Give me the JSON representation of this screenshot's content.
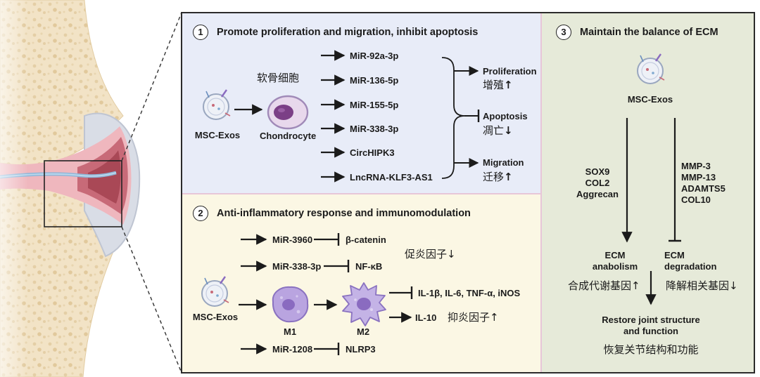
{
  "colors": {
    "panel1_bg": "#e8ecf8",
    "panel2_bg": "#fbf7e4",
    "panel3_bg": "#e6ead9",
    "panel_border": "#2b2b2b",
    "bone": "#f0dfc0",
    "cartilage_pink": "#e9a9b2",
    "synovium_red": "#c96b78",
    "cell_purple": "#8a6bc0"
  },
  "panel1": {
    "number": "1",
    "title": "Promote proliferation and migration, inhibit apoptosis",
    "source": "MSC-Exos",
    "target_cn": "软骨细胞",
    "target": "Chondrocyte",
    "cargo": [
      "MiR-92a-3p",
      "MiR-136-5p",
      "MiR-155-5p",
      "MiR-338-3p",
      "CircHIPK3",
      "LncRNA-KLF3-AS1"
    ],
    "outcomes": [
      {
        "label": "Proliferation",
        "cn": "增殖",
        "arrow": "↑"
      },
      {
        "label": "Apoptosis",
        "cn": "凋亡",
        "arrow": "↓"
      },
      {
        "label": "Migration",
        "cn": "迁移",
        "arrow": "↑"
      }
    ]
  },
  "panel2": {
    "number": "2",
    "title": "Anti-inflammatory response and immunomodulation",
    "source": "MSC-Exos",
    "m1": "M1",
    "m2": "M2",
    "paths": [
      {
        "mirna": "MiR-3960",
        "target": "β-catenin"
      },
      {
        "mirna": "MiR-338-3p",
        "target": "NF-κB"
      },
      {
        "mirna": "MiR-1208",
        "target": "NLRP3"
      }
    ],
    "proinflammatory_cn": "促炎因子↓",
    "cytokines_down": "IL-1β, IL-6, TNF-α, iNOS",
    "cytokine_up": "IL-10",
    "antiinflammatory_cn": "抑炎因子↑"
  },
  "panel3": {
    "number": "3",
    "title": "Maintain the balance of ECM",
    "source": "MSC-Exos",
    "anabolic_genes": [
      "SOX9",
      "COL2",
      "Aggrecan"
    ],
    "catabolic_genes": [
      "MMP-3",
      "MMP-13",
      "ADAMTS5",
      "COL10"
    ],
    "anabolism_label": [
      "ECM",
      "anabolism"
    ],
    "degradation_label": [
      "ECM",
      "degradation"
    ],
    "anabolism_cn": "合成代谢基因↑",
    "degradation_cn": "降解相关基因↓",
    "restore": [
      "Restore joint structure",
      "and function"
    ],
    "restore_cn": "恢复关节结构和功能"
  }
}
